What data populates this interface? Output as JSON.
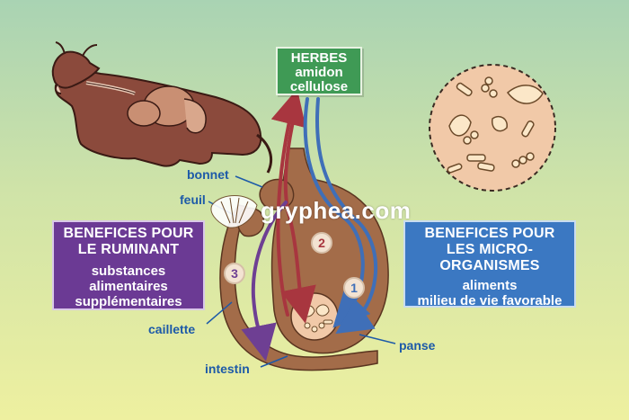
{
  "herbes": {
    "title": "HERBES",
    "line1": "amidon",
    "line2": "cellulose"
  },
  "ruminant": {
    "title": "BENEFICES POUR\nLE RUMINANT",
    "body": "substances\nalimentaires\nsupplémentaires"
  },
  "microbes": {
    "title": "BENEFICES POUR\nLES MICRO-\nORGANISMES",
    "body": "aliments\nmilieu de vie favorable"
  },
  "labels": {
    "bonnet": "bonnet",
    "feuillet": "feuil",
    "caillette": "caillette",
    "intestin": "intestin",
    "panse": "panse"
  },
  "steps": {
    "one": "1",
    "two": "2",
    "three": "3"
  },
  "watermark": "gryphea.com",
  "colors": {
    "ruminant_box": "#6b3a94",
    "microbes_box": "#3b78c2",
    "herbes_box": "#3f9a55",
    "arrow_red": "#a8363f",
    "arrow_blue": "#3f6fb8",
    "arrow_purple": "#6e3f93",
    "organ": "#a36c49"
  }
}
